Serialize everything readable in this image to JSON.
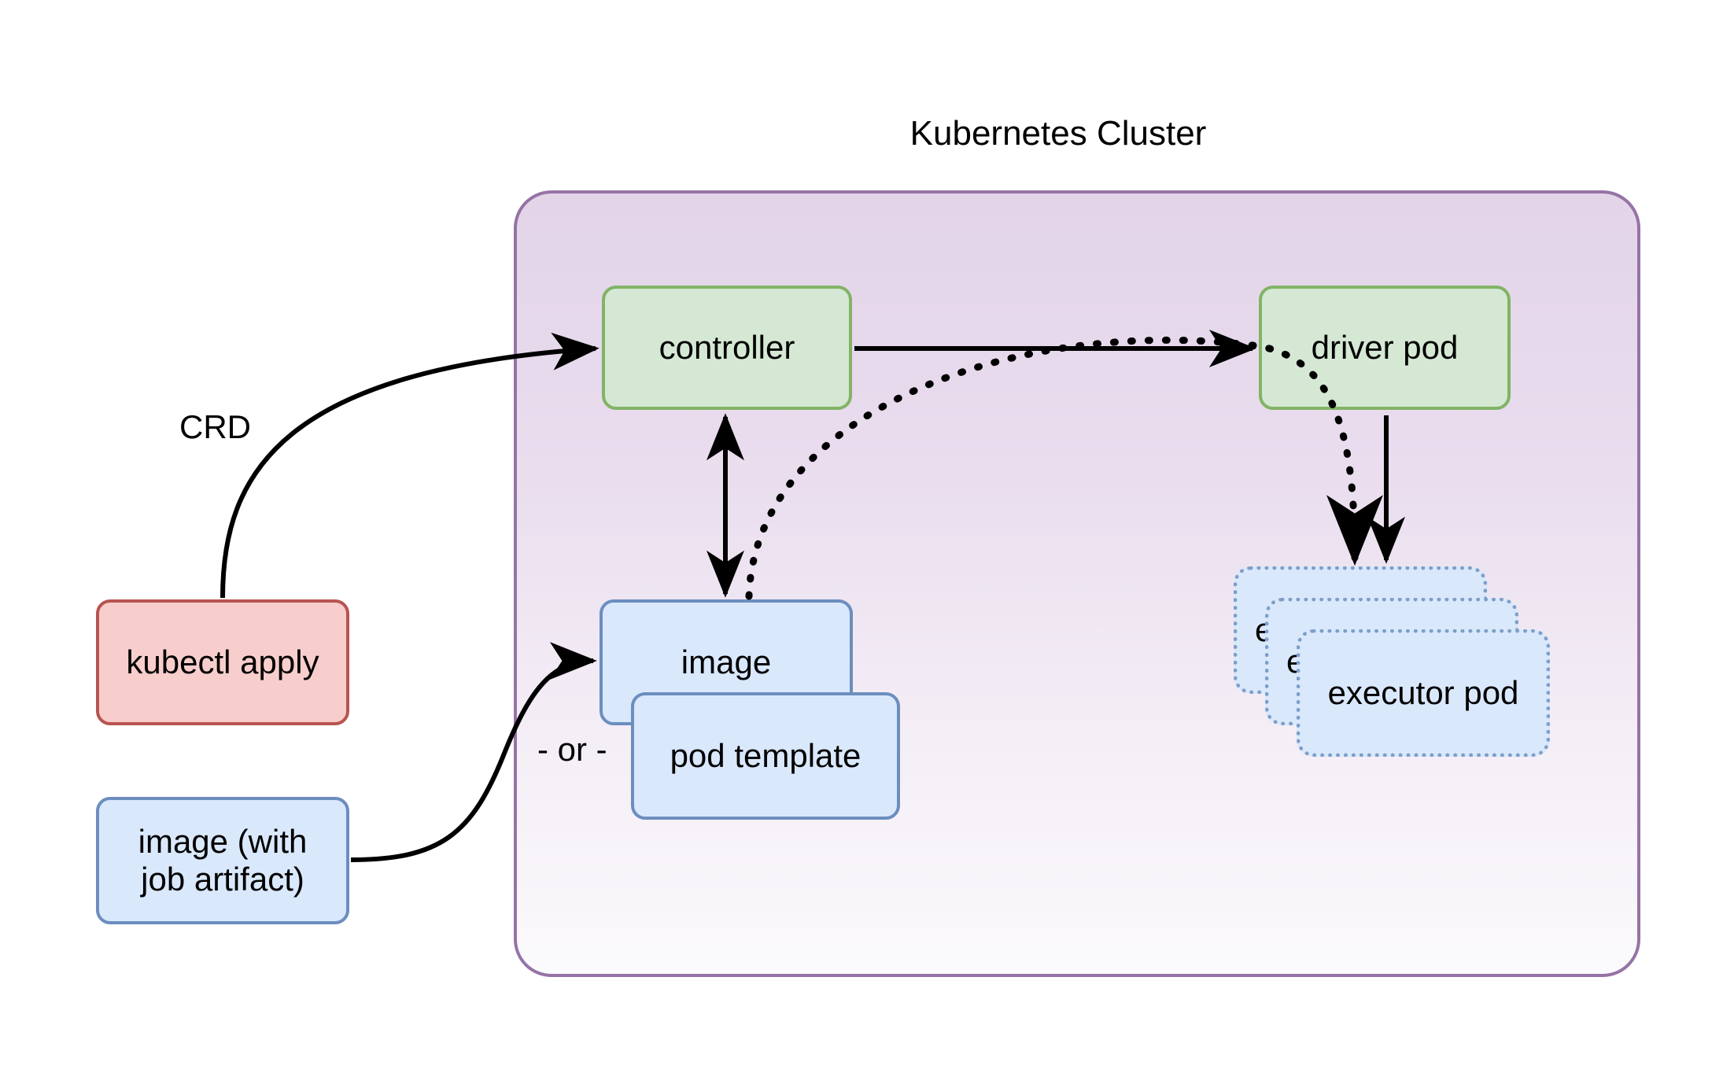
{
  "title": "Kubernetes Cluster",
  "colors": {
    "cluster_border": "#9673a6",
    "cluster_fill_top": "#e3d4e8",
    "cluster_fill_bottom": "#fbfafc",
    "green_fill": "#d5e8d4",
    "green_border": "#82b366",
    "red_fill": "#f8cecc",
    "red_border": "#b85450",
    "blue_fill": "#dae8fc",
    "blue_border": "#6c8ebf",
    "blue_dotted_border": "#7d9fc9",
    "edge": "#000000"
  },
  "cluster": {
    "label": "Kubernetes Cluster",
    "nodes": {
      "controller": "controller",
      "driver_pod": "driver pod",
      "image": "image",
      "pod_template": "pod template",
      "executor_pod": "executor pod"
    },
    "executor_stack": [
      "executor pod",
      "executor pod",
      "executor pod"
    ]
  },
  "external": {
    "kubectl_apply": "kubectl apply",
    "image_job_artifact_line1": "image (with",
    "image_job_artifact_line2": "job artifact)"
  },
  "edge_labels": {
    "crd": "CRD",
    "or": "- or -"
  },
  "edges": [
    {
      "from": "kubectl apply",
      "to": "controller",
      "label": "CRD",
      "style": "solid-curve-arrow"
    },
    {
      "from": "controller",
      "to": "driver pod",
      "label": "",
      "style": "solid-arrow"
    },
    {
      "from": "controller",
      "to": "image",
      "label": "",
      "style": "solid-double-arrow"
    },
    {
      "from": "image",
      "to": "executor pod",
      "label": "",
      "style": "dotted-curve-arrow"
    },
    {
      "from": "driver pod",
      "to": "executor pod",
      "label": "",
      "style": "solid-arrow"
    },
    {
      "from": "image (with job artifact)",
      "to": "image",
      "label": "- or -",
      "style": "solid-curve-arrow"
    }
  ]
}
